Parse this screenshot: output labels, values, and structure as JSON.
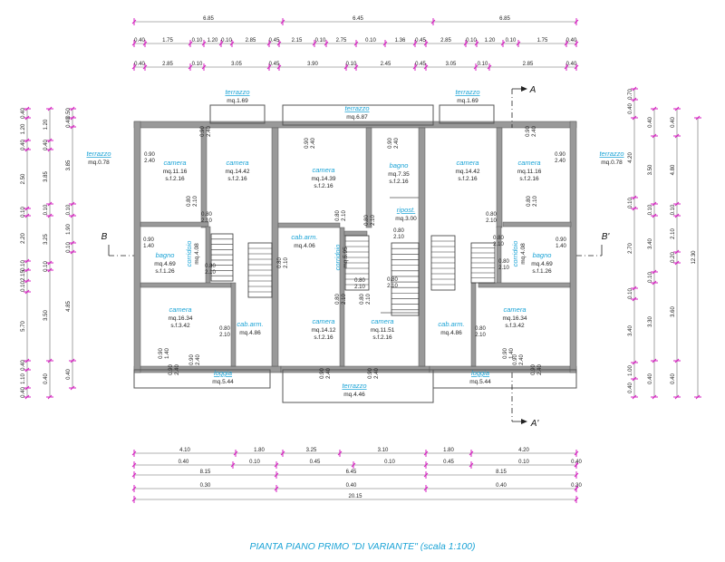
{
  "title": "PIANTA PIANO PRIMO \"DI VARIANTE\" (scala 1:100)",
  "dims_top": {
    "row1": [
      "6.85",
      "6.45",
      "6.85"
    ],
    "row2": [
      "0.40",
      "1.75",
      "0.10",
      "1.20",
      "0.10",
      "2.85",
      "0.45",
      "2.15",
      "0.10",
      "2.75",
      "0.10",
      "1.36",
      "0.45",
      "2.85",
      "0.10",
      "1.20",
      "0.10",
      "1.75",
      "0.40"
    ],
    "row3": [
      "0.40",
      "2.85",
      "0.10",
      "3.05",
      "0.45",
      "3.90",
      "0.10",
      "2.45",
      "0.45",
      "3.05",
      "0.10",
      "2.85",
      "0.40"
    ]
  },
  "dims_bottom": {
    "row1": [
      "4.10",
      "1.80",
      "3.25",
      "3.10",
      "1.80",
      "4.20"
    ],
    "row2": [
      "0.40",
      "0.10",
      "0.45",
      "0.10",
      "0.45",
      "0.10",
      "0.40"
    ],
    "row3": [
      "8.15",
      "6.45",
      "8.15"
    ],
    "row4": [
      "0.30",
      "0.40",
      "0.40",
      "0.30"
    ],
    "row5": [
      "20.15"
    ]
  },
  "dims_left": {
    "col1": [
      "0.40",
      "1.20",
      "0.40",
      "2.50",
      "0.10",
      "2.20",
      "0.10",
      "2.15",
      "0.10",
      "5.70",
      "0.40",
      "1.10",
      "0.40"
    ],
    "col2": [
      "1.20",
      "0.40",
      "3.85",
      "0.10",
      "3.25",
      "0.10",
      "3.50",
      "0.40"
    ],
    "col3": [
      "0.50",
      "0.40",
      "3.85",
      "0.10",
      "1.90",
      "0.10",
      "4.85",
      "0.40"
    ]
  },
  "dims_right": {
    "col1": [
      "0.70",
      "0.40",
      "4.20",
      "0.10",
      "2.70",
      "0.10",
      "3.40",
      "1.00",
      "0.40"
    ],
    "col2": [
      "0.40",
      "3.50",
      "0.10",
      "3.40",
      "0.10",
      "3.30",
      "0.40"
    ],
    "col3": [
      "0.40",
      "4.80",
      "0.10",
      "2.10",
      "0.20",
      "3.60",
      "0.40"
    ],
    "col4": [
      "12.30"
    ]
  },
  "rooms": [
    {
      "name": "terrazzo",
      "area": "mq.1.69",
      "sf": ""
    },
    {
      "name": "terrazzo",
      "area": "mq.6.87",
      "sf": ""
    },
    {
      "name": "terrazzo",
      "area": "mq.1.69",
      "sf": ""
    },
    {
      "name": "terrazzo",
      "area": "mq.0.78",
      "sf": ""
    },
    {
      "name": "terrazzo",
      "area": "mq.0.78",
      "sf": ""
    },
    {
      "name": "camera",
      "area": "mq.11.16",
      "sf": "s.f.2.16"
    },
    {
      "name": "camera",
      "area": "mq.14.42",
      "sf": "s.f.2.16"
    },
    {
      "name": "camera",
      "area": "mq.14.39",
      "sf": "s.f.2.16"
    },
    {
      "name": "bagno",
      "area": "mq.7.35",
      "sf": "s.f.2.16"
    },
    {
      "name": "camera",
      "area": "mq.14.42",
      "sf": "s.f.2.16"
    },
    {
      "name": "camera",
      "area": "mq.11.16",
      "sf": "s.f.2.16"
    },
    {
      "name": "ripost.",
      "area": "mq.3.00",
      "sf": ""
    },
    {
      "name": "cab.arm.",
      "area": "mq.4.06",
      "sf": ""
    },
    {
      "name": "corridoio",
      "area": "mq.4.08",
      "sf": ""
    },
    {
      "name": "corridoio",
      "area": "mq.5.95",
      "sf": ""
    },
    {
      "name": "corridoio",
      "area": "mq.4.08",
      "sf": ""
    },
    {
      "name": "bagno",
      "area": "mq.4.69",
      "sf": "s.f.1.26"
    },
    {
      "name": "bagno",
      "area": "mq.4.69",
      "sf": "s.f.1.26"
    },
    {
      "name": "camera",
      "area": "mq.16.34",
      "sf": "s.f.3.42"
    },
    {
      "name": "cab.arm.",
      "area": "mq.4.86",
      "sf": ""
    },
    {
      "name": "camera",
      "area": "mq.14.12",
      "sf": "s.f.2.16"
    },
    {
      "name": "camera",
      "area": "mq.11.51",
      "sf": "s.f.2.16"
    },
    {
      "name": "cab.arm.",
      "area": "mq.4.86",
      "sf": ""
    },
    {
      "name": "camera",
      "area": "mq.16.34",
      "sf": "s.f.3.42"
    },
    {
      "name": "loggia",
      "area": "mq.5.44",
      "sf": ""
    },
    {
      "name": "terrazzo",
      "area": "mq.4.46",
      "sf": ""
    },
    {
      "name": "loggia",
      "area": "mq.5.44",
      "sf": ""
    }
  ],
  "doors": [
    {
      "w": "0.90",
      "h": "2.40"
    },
    {
      "w": "0.90",
      "h": "2.40"
    },
    {
      "w": "0.90",
      "h": "2.40"
    },
    {
      "w": "0.90",
      "h": "2.40"
    },
    {
      "w": "0.90",
      "h": "2.40"
    },
    {
      "w": "0.90",
      "h": "2.40"
    },
    {
      "w": "0.90",
      "h": "2.40"
    },
    {
      "w": "0.90",
      "h": "2.40"
    },
    {
      "w": "0.80",
      "h": "2.10"
    },
    {
      "w": "0.80",
      "h": "2.10"
    },
    {
      "w": "0.80",
      "h": "2.10"
    },
    {
      "w": "0.80",
      "h": "2.10"
    },
    {
      "w": "0.80",
      "h": "2.10"
    },
    {
      "w": "0.80",
      "h": "2.10"
    },
    {
      "w": "0.80",
      "h": "2.10"
    },
    {
      "w": "0.80",
      "h": "2.10"
    },
    {
      "w": "0.80",
      "h": "2.10"
    },
    {
      "w": "0.80",
      "h": "2.10"
    },
    {
      "w": "0.80",
      "h": "2.10"
    },
    {
      "w": "0.80",
      "h": "2.10"
    },
    {
      "w": "0.80",
      "h": "2.10"
    },
    {
      "w": "0.80",
      "h": "2.10"
    },
    {
      "w": "0.80",
      "h": "2.10"
    },
    {
      "w": "0.90",
      "h": "1.40"
    },
    {
      "w": "0.90",
      "h": "1.40"
    },
    {
      "w": "0.90",
      "h": "1.40"
    },
    {
      "w": "0.90",
      "h": "1.40"
    },
    {
      "w": "0.90",
      "h": "2.40"
    },
    {
      "w": "0.90",
      "h": "2.40"
    },
    {
      "w": "0.90",
      "h": "2.40"
    },
    {
      "w": "0.90",
      "h": "2.40"
    },
    {
      "w": "0.80",
      "h": "2.10"
    },
    {
      "w": "0.80",
      "h": "2.10"
    }
  ],
  "sections": [
    "A",
    "A'",
    "B",
    "B'"
  ],
  "colors": {
    "wall": "#999999",
    "dim": "#d61fc0",
    "label": "#1aa3d6",
    "text": "#222222"
  }
}
